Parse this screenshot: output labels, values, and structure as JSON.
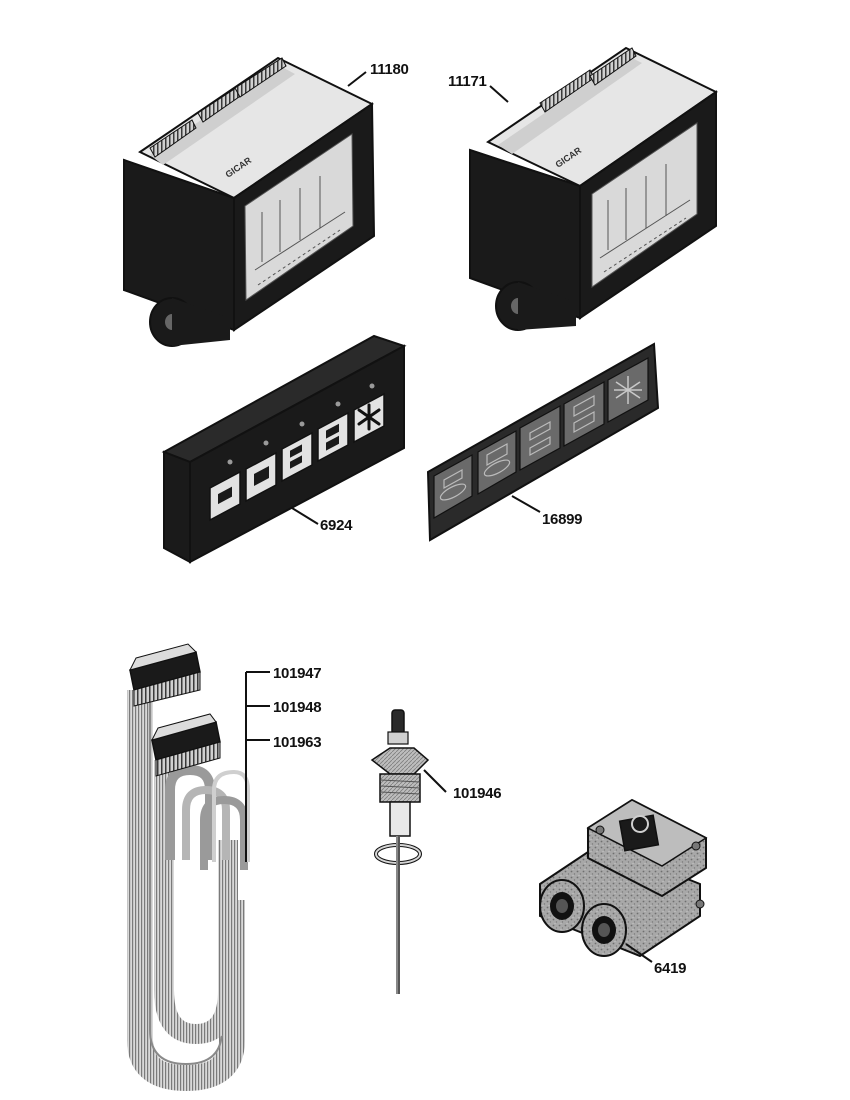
{
  "callouts": {
    "controller_left": "11180",
    "controller_right": "11171",
    "keypad": "6924",
    "keypad_overlay": "16899",
    "harness_a": "101947",
    "harness_b": "101948",
    "harness_c": "101963",
    "level_probe": "101946",
    "flowmeter": "6419"
  },
  "printed_marks": {
    "controller_brand": "GICAR"
  },
  "colors": {
    "ink": "#111111",
    "body_dark": "#1a1a1a",
    "label_grey": "#d9d9d9",
    "cable_grey": "#9a9a9a",
    "flowmeter_grey": "#9c9c9c"
  },
  "icons": {
    "keypad_keys": [
      "cup-icon",
      "mug-icon",
      "double-cup-icon",
      "double-mug-icon",
      "asterisk-icon"
    ],
    "overlay_keys": [
      "cup-saucer-icon",
      "mug-saucer-icon",
      "two-cups-icon",
      "two-mugs-icon",
      "asterisk-icon"
    ]
  }
}
